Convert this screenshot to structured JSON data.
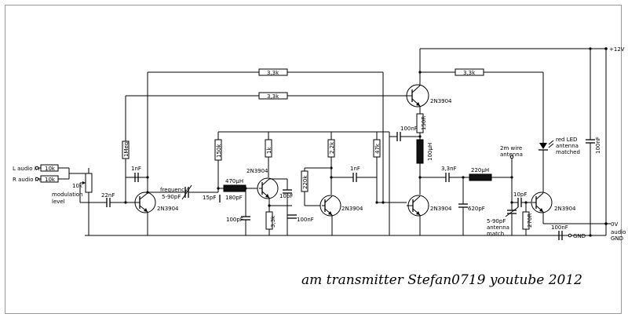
{
  "title": "am transmitter Stefan0719 youtube 2012",
  "labels": {
    "supply": "+12V",
    "ground": "0V",
    "audio_gnd_1": "audio",
    "audio_gnd_2": "GND",
    "gnd": "GND",
    "l_in": "L audio in",
    "r_in": "R audio in",
    "mod_1": "modulation",
    "mod_2": "level",
    "freq_1": "frequency",
    "freq_2": "5-90pF",
    "ant_1": "2m wire",
    "ant_2": "antenna",
    "led_1": "red LED",
    "led_2": "antenna",
    "led_3": "matched",
    "match_1": "5-90pF",
    "match_2": "antenna",
    "match_3": "match"
  },
  "components": {
    "r_l": "10k",
    "r_r": "10k",
    "pot": "10k",
    "r_top1": "3,3k",
    "r_top2": "3,3k",
    "r_top3": "3,3k",
    "r_1meg": "1Meg",
    "c_1nf_a": "1nF",
    "c_22nf": "22nF",
    "q1": "2N3904",
    "q2": "2N3904",
    "q3": "2N3904",
    "q4": "2N3904",
    "q5": "2N3904",
    "q6": "2N3904",
    "r_150k": "150k",
    "l_470": "470µH",
    "c_15pf": "15pF",
    "c_180pf": "180pF",
    "c_100pf": "100pF",
    "r_1k": "1k",
    "c_10pf_a": "10pF",
    "r_3k3": "3,3k",
    "c_100nf_a": "100nF",
    "r_220k": "220k",
    "r_2k2": "2,2k",
    "c_1nf_b": "1nF",
    "r_47k": "47k",
    "c_100nf_b": "100nF",
    "r_150r": "150R",
    "l_100": "100µH",
    "c_3n3": "3,3nF",
    "l_220": "220µH",
    "c_620": "620pF",
    "c_10pf_b": "10pF",
    "r_270r": "270R",
    "c_100nf_c": "100nF",
    "c_100nf_d": "100nF"
  }
}
